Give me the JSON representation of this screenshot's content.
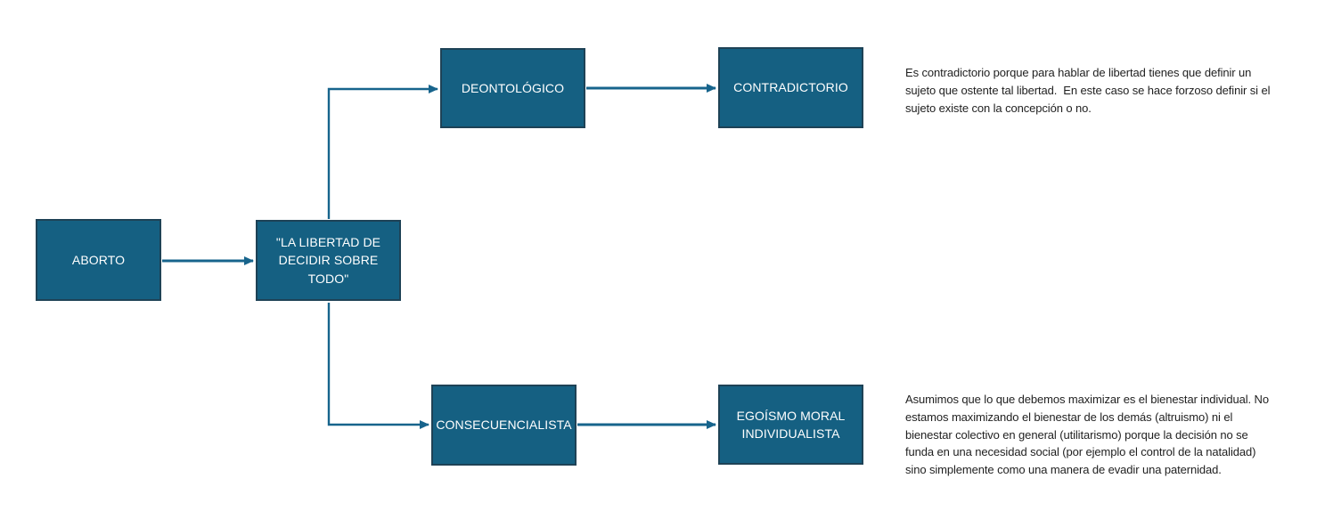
{
  "diagram": {
    "type": "flowchart",
    "nodes": {
      "aborto": {
        "label": "ABORTO"
      },
      "libertad": {
        "label": "\"LA LIBERTAD DE DECIDIR SOBRE TODO\""
      },
      "deontologico": {
        "label": "DEONTOLÓGICO"
      },
      "contradictorio": {
        "label": "CONTRADICTORIO"
      },
      "consecuencialista": {
        "label": "CONSECUENCIALISTA"
      },
      "egoismo_moral": {
        "label": "EGOÍSMO MORAL INDIVIDUALISTA"
      }
    },
    "edges": [
      {
        "from": "aborto",
        "to": "libertad"
      },
      {
        "from": "libertad",
        "to": "deontologico"
      },
      {
        "from": "libertad",
        "to": "consecuencialista"
      },
      {
        "from": "deontologico",
        "to": "contradictorio"
      },
      {
        "from": "consecuencialista",
        "to": "egoismo_moral"
      }
    ],
    "annotations": {
      "contradictorio_note": "Es contradictorio porque para hablar de libertad tienes que definir un sujeto que ostente tal libertad.  En este caso se hace forzoso definir si el sujeto existe con la concepción o no.",
      "egoismo_note": "Asumimos que lo que debemos maximizar es el bienestar individual. No estamos maximizando el bienestar de los demás (altruismo) ni el bienestar colectivo en general (utilitarismo) porque la decisión no se funda en una necesidad social (por ejemplo el control de la natalidad) sino simplemente como una manera de evadir una paternidad."
    }
  },
  "colors": {
    "node_fill": "#156082",
    "node_border": "#1e4256",
    "node_text": "#ffffff",
    "connector": "#17648c",
    "annotation_text": "#1f1f1f",
    "background": "#ffffff"
  }
}
